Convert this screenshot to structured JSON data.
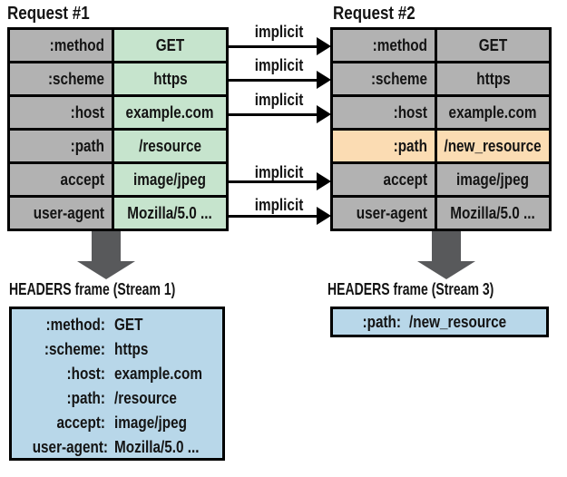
{
  "request1": {
    "title": "Request #1",
    "rows": [
      {
        "key": ":method",
        "value": "GET"
      },
      {
        "key": ":scheme",
        "value": "https"
      },
      {
        "key": ":host",
        "value": "example.com"
      },
      {
        "key": ":path",
        "value": "/resource"
      },
      {
        "key": "accept",
        "value": "image/jpeg"
      },
      {
        "key": "user-agent",
        "value": "Mozilla/5.0 ..."
      }
    ]
  },
  "request2": {
    "title": "Request #2",
    "highlighted_row": ":path",
    "rows": [
      {
        "key": ":method",
        "value": "GET"
      },
      {
        "key": ":scheme",
        "value": "https"
      },
      {
        "key": ":host",
        "value": "example.com"
      },
      {
        "key": ":path",
        "value": "/new_resource"
      },
      {
        "key": "accept",
        "value": "image/jpeg"
      },
      {
        "key": "user-agent",
        "value": "Mozilla/5.0 ..."
      }
    ]
  },
  "implicit_arrows": {
    "labels": [
      "implicit",
      "implicit",
      "implicit",
      "implicit",
      "implicit"
    ]
  },
  "frame1": {
    "title": "HEADERS frame (Stream 1)",
    "entries": [
      {
        "key": ":method:",
        "value": "GET"
      },
      {
        "key": ":scheme:",
        "value": "https"
      },
      {
        "key": ":host:",
        "value": "example.com"
      },
      {
        "key": ":path:",
        "value": "/resource"
      },
      {
        "key": "accept:",
        "value": "image/jpeg"
      },
      {
        "key": "user-agent:",
        "value": "Mozilla/5.0 ..."
      }
    ]
  },
  "frame2": {
    "title": "HEADERS frame (Stream 3)",
    "entries": [
      {
        "key": ":path:",
        "value": "/new_resource"
      }
    ]
  },
  "colors": {
    "header_name_bg": "#b2b2b2",
    "request1_value_bg": "#c6e4cd",
    "highlight_bg": "#fbdcb3",
    "frame_box_bg": "#b8d7e9",
    "stream_arrow": "#58595b",
    "line_and_border": "#000000"
  }
}
